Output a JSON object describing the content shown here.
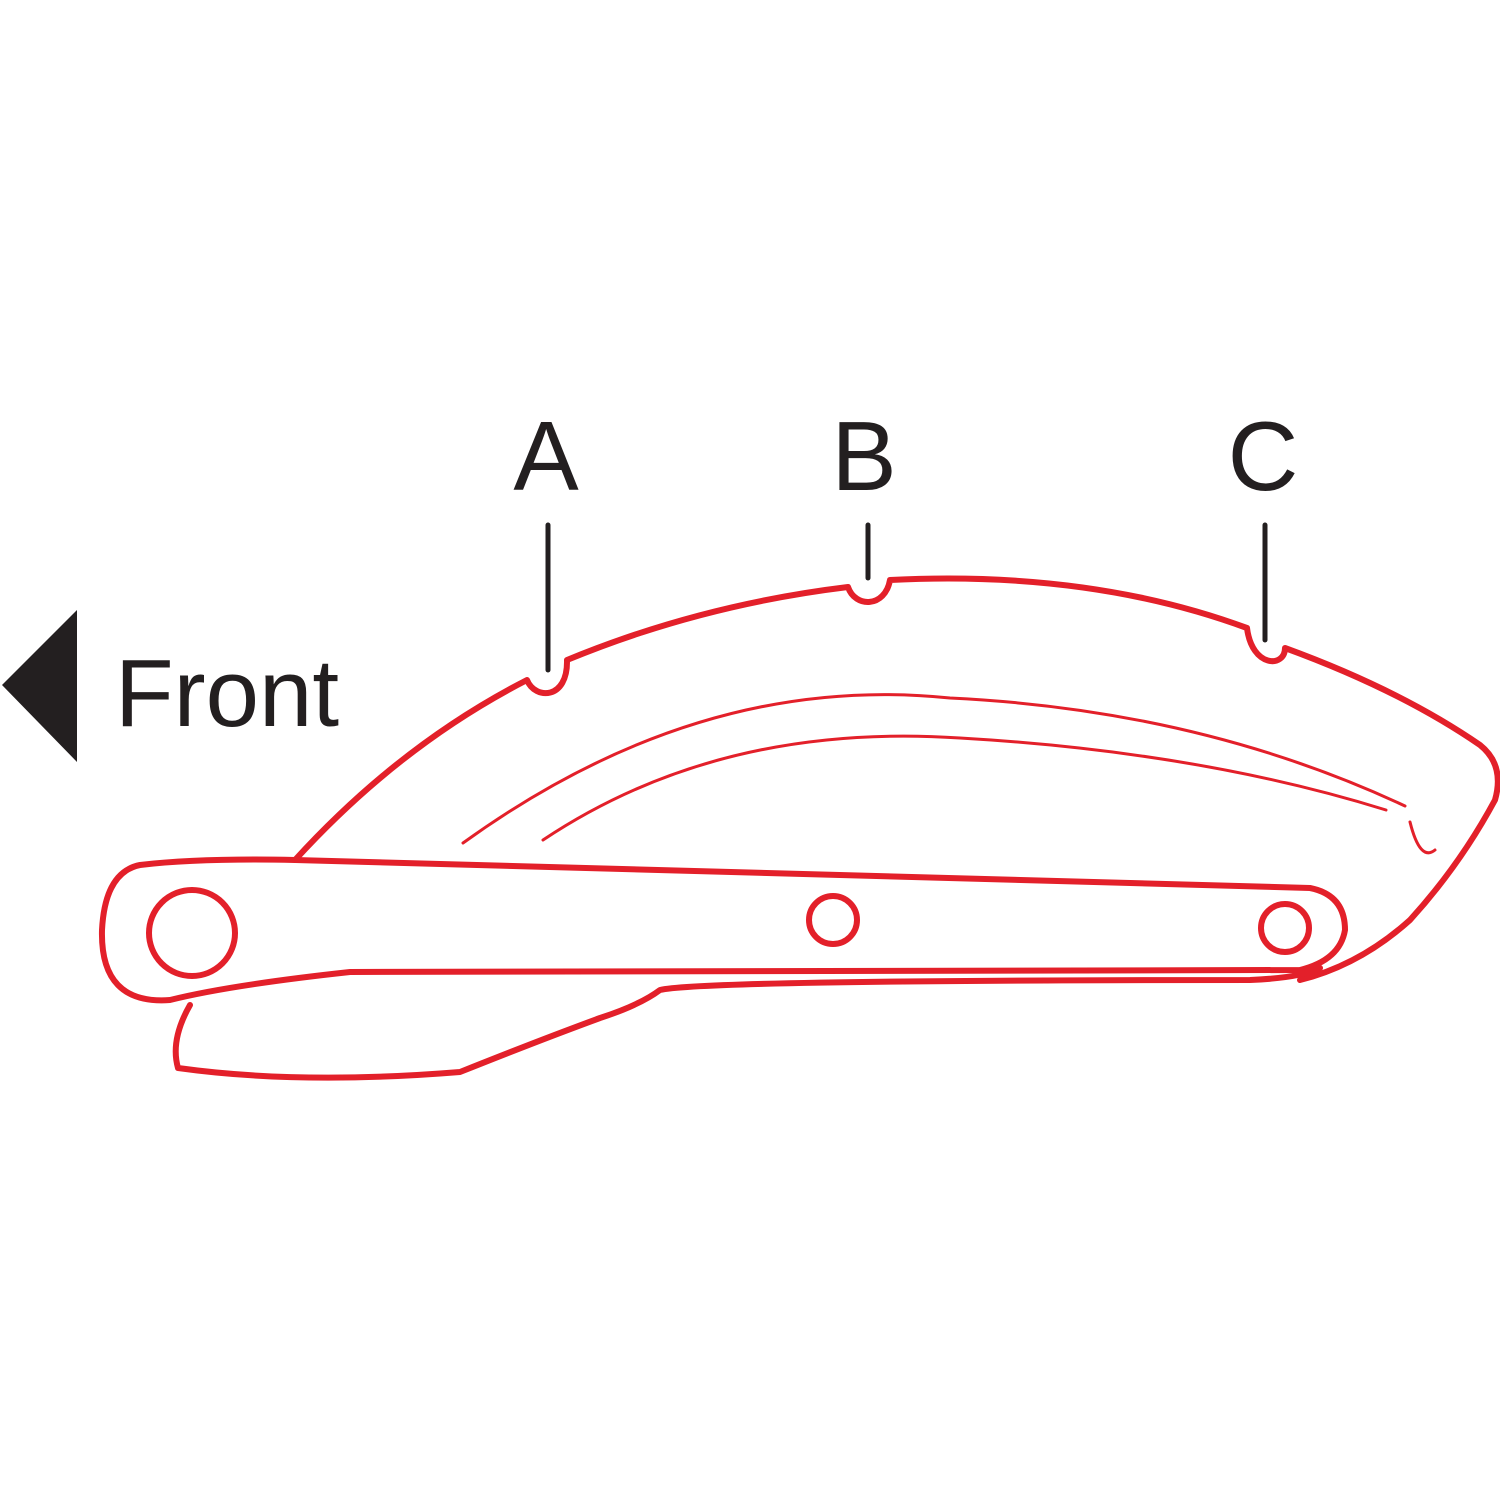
{
  "direction": {
    "label": "Front",
    "arrow_icon": "left-triangle-arrow"
  },
  "points": [
    {
      "id": "A",
      "label": "A"
    },
    {
      "id": "B",
      "label": "B"
    },
    {
      "id": "C",
      "label": "C"
    }
  ],
  "colors": {
    "outline": "#e3202a",
    "text": "#231f20",
    "background": "#ffffff"
  }
}
